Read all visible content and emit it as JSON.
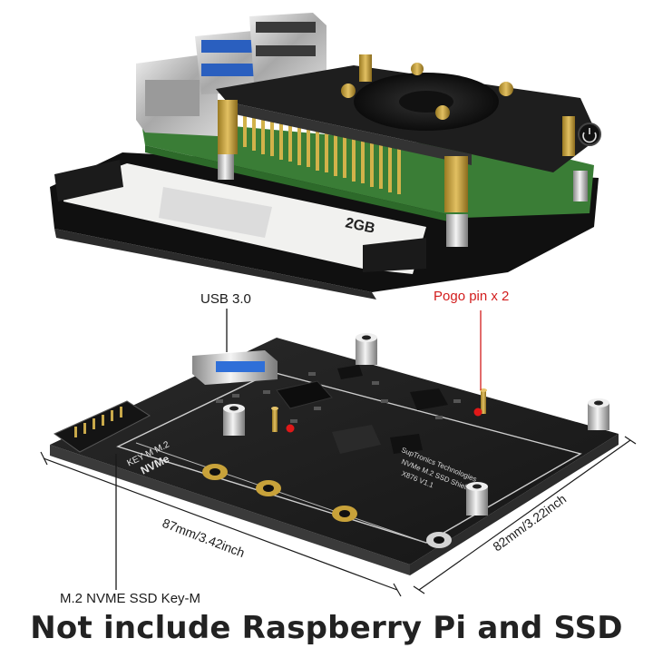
{
  "labels": {
    "usb": "USB 3.0",
    "pogo": "Pogo pin x 2",
    "m2": "M.2 NVME SSD Key-M",
    "dim_width": "87mm/3.42inch",
    "dim_depth": "82mm/3.22inch"
  },
  "board_print": {
    "brand": "SupTronics Technologies",
    "model": "NVMe M.2 SSD Shield",
    "version": "X876 V1.1",
    "key": "KEY M M.2",
    "nvme": "NVMe",
    "ssd_size": "2GB"
  },
  "caption": "Not include Raspberry Pi and SSD",
  "colors": {
    "accent_red": "#d21c1c",
    "pcb": "#1c1c1c",
    "green_pcb": "#3f8a3c",
    "standoff": "#c8a23a"
  }
}
